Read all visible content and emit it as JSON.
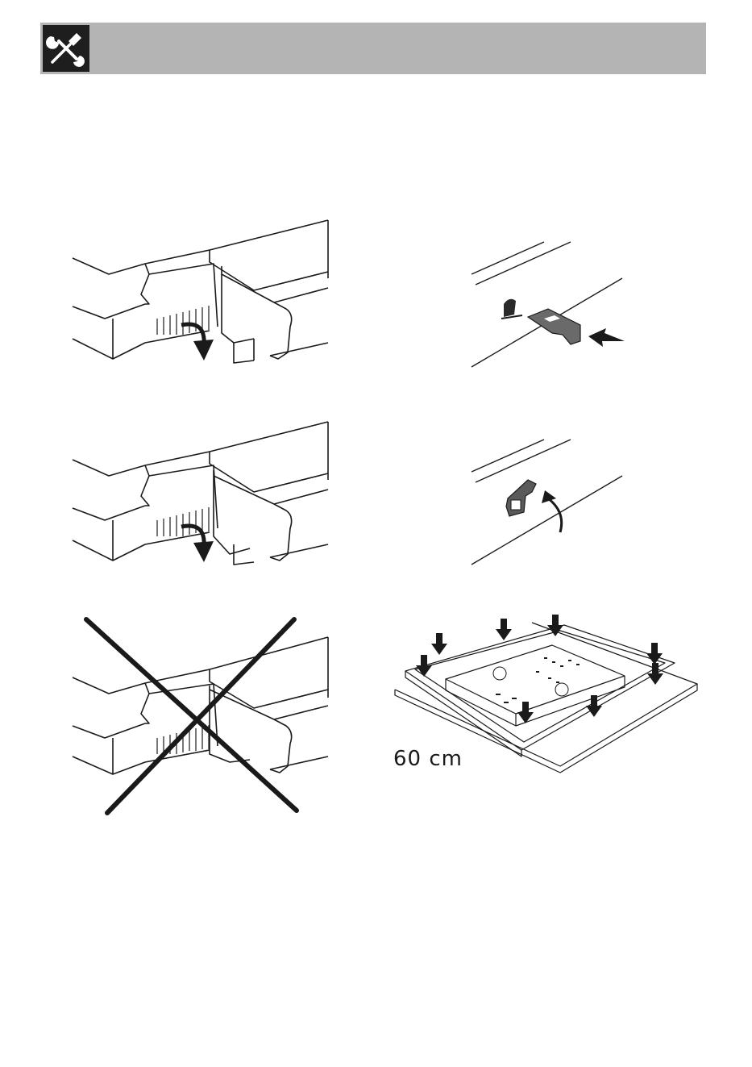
{
  "header": {
    "icon": "tools-icon",
    "background_color": "#b4b4b4",
    "badge_color": "#1e1e1e"
  },
  "figures": {
    "install_steps": [
      {
        "name": "hob-corner-tilt",
        "icon": "curved-arrow-down"
      },
      {
        "name": "bracket-push",
        "icon": "push-arrow"
      },
      {
        "name": "hob-corner-lower",
        "icon": "curved-arrow-down"
      },
      {
        "name": "bracket-rotate",
        "icon": "curved-arrow-up"
      },
      {
        "name": "hob-corner-wrong",
        "icon": "cross-icon"
      },
      {
        "name": "hob-underside-brackets",
        "icon": "down-arrows"
      }
    ]
  },
  "labels": {
    "size": "60 cm"
  }
}
